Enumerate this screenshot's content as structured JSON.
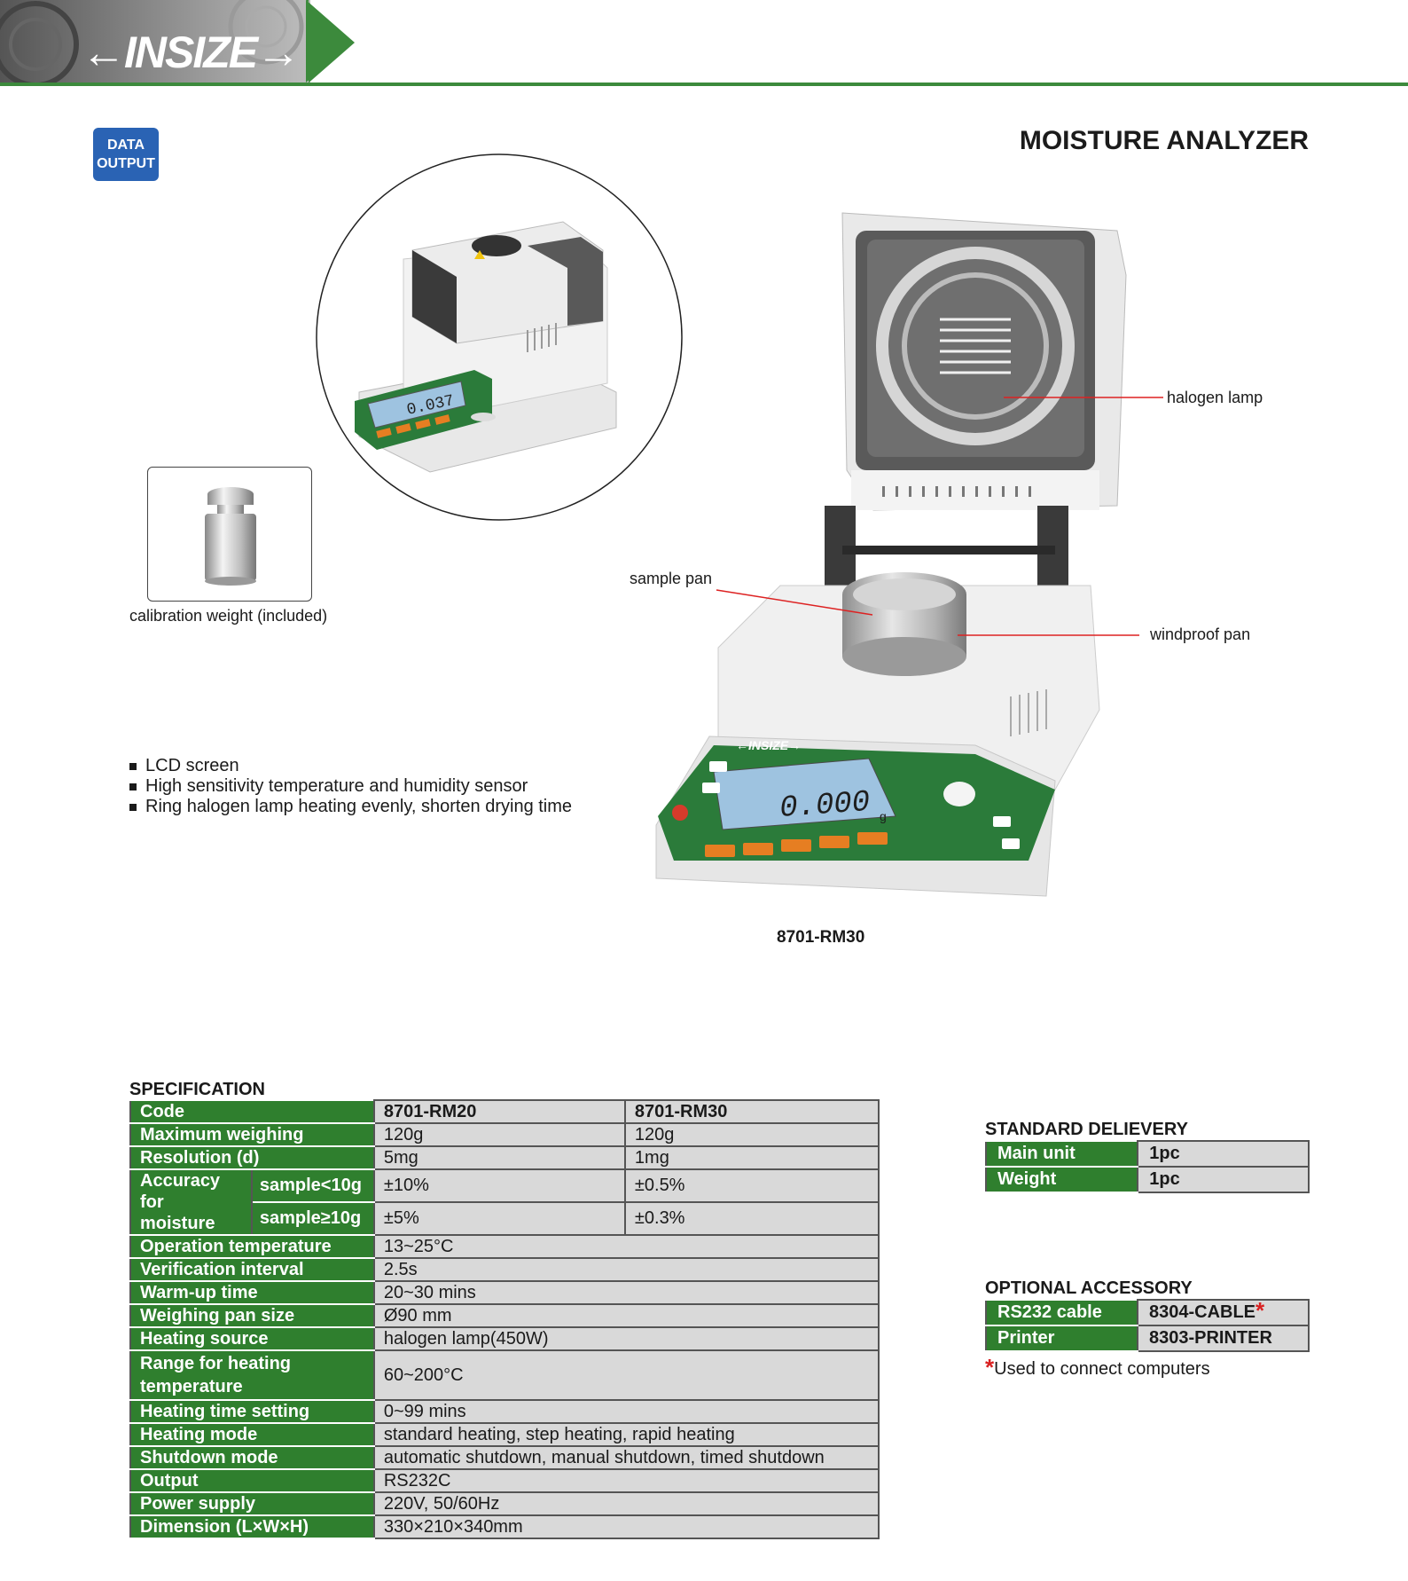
{
  "header": {
    "brand": "←INSIZE→"
  },
  "badge": {
    "line1": "DATA",
    "line2": "OUTPUT"
  },
  "title": "MOISTURE ANALYZER",
  "calibration": {
    "caption": "calibration weight (included)"
  },
  "callouts": {
    "halogen_lamp": "halogen lamp",
    "sample_pan": "sample pan",
    "windproof_pan": "windproof pan"
  },
  "model_caption": "8701-RM30",
  "device_display": {
    "reading": "0.000",
    "inset_reading": "0.037",
    "unit": "g",
    "brand": "←INSIZE→"
  },
  "features": [
    "LCD screen",
    "High sensitivity temperature and humidity sensor",
    "Ring halogen lamp heating evenly, shorten drying time"
  ],
  "specification": {
    "heading": "SPECIFICATION",
    "code_label": "Code",
    "models": [
      "8701-RM20",
      "8701-RM30"
    ],
    "max_weighing": {
      "label": "Maximum weighing",
      "values": [
        "120g",
        "120g"
      ]
    },
    "resolution": {
      "label": "Resolution (d)",
      "values": [
        "5mg",
        "1mg"
      ]
    },
    "accuracy": {
      "label_line1": "Accuracy",
      "label_line2": "for moisture",
      "sub1": "sample<10g",
      "sub2": "sample≥10g",
      "values1": [
        "±10%",
        "±0.5%"
      ],
      "values2": [
        "±5%",
        "±0.3%"
      ]
    },
    "rows": [
      {
        "label": "Operation temperature",
        "value": "13~25°C"
      },
      {
        "label": "Verification interval",
        "value": "2.5s"
      },
      {
        "label": "Warm-up time",
        "value": "20~30 mins"
      },
      {
        "label": "Weighing pan size",
        "value": "Ø90 mm"
      },
      {
        "label": "Heating source",
        "value": "halogen lamp(450W)"
      }
    ],
    "range_heating": {
      "label_line1": "Range for heating",
      "label_line2": "temperature",
      "value": "60~200°C"
    },
    "rows2": [
      {
        "label": "Heating time setting",
        "value": "0~99 mins"
      },
      {
        "label": "Heating mode",
        "value": "standard heating, step heating, rapid heating"
      },
      {
        "label": "Shutdown mode",
        "value": "automatic shutdown, manual shutdown, timed shutdown"
      },
      {
        "label": "Output",
        "value": "RS232C"
      },
      {
        "label": "Power supply",
        "value": "220V, 50/60Hz"
      },
      {
        "label": "Dimension (L×W×H)",
        "value": "330×210×340mm"
      }
    ]
  },
  "standard_delivery": {
    "heading": "STANDARD DELIEVERY",
    "rows": [
      {
        "label": "Main unit",
        "value": "1pc"
      },
      {
        "label": "Weight",
        "value": "1pc"
      }
    ]
  },
  "optional_accessory": {
    "heading": "OPTIONAL ACCESSORY",
    "rows": [
      {
        "label": "RS232 cable",
        "value": "8304-CABLE"
      },
      {
        "label": "Printer",
        "value": "8303-PRINTER"
      }
    ],
    "star": "*",
    "footnote": "Used to connect computers"
  }
}
